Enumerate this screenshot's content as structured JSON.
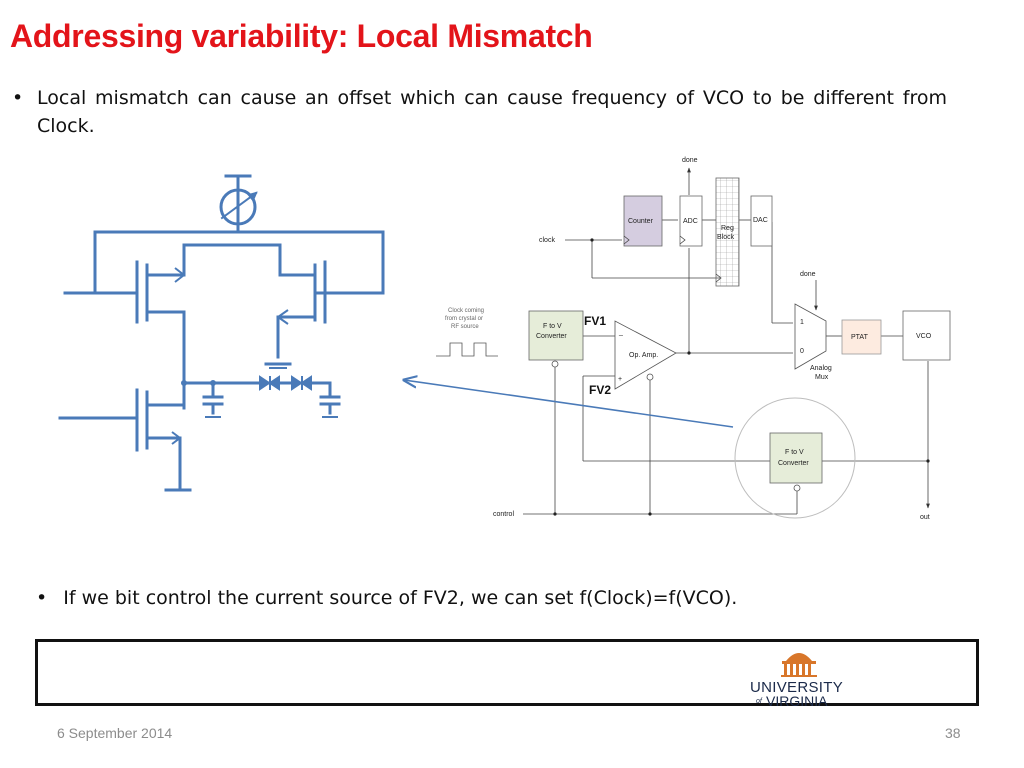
{
  "title": "Addressing variability: Local Mismatch",
  "bullets": {
    "b1_marker": "•",
    "b1": "Local mismatch can cause an offset which can cause frequency of VCO to be different from Clock.",
    "b2_marker": "•",
    "b2": "If we bit control the current source of FV2, we can set f(Clock)=f(VCO)."
  },
  "diagram": {
    "done_top": "done",
    "counter": "Counter",
    "adc": "ADC",
    "reg_block_1": "Reg",
    "reg_block_2": "Block",
    "dac": "DAC",
    "clock": "clock",
    "done_mux": "done",
    "clock_src_1": "Clock coming",
    "clock_src_2": "from crystal or",
    "clock_src_3": "RF source",
    "fv_top_1": "F to V",
    "fv_top_2": "Converter",
    "fv1_label": "FV1",
    "opamp_label": "Op. Amp.",
    "opamp_minus": "_",
    "opamp_plus": "+",
    "mux_one": "1",
    "mux_zero": "0",
    "mux_label_1": "Analog",
    "mux_label_2": "Mux",
    "ptat": "PTAT",
    "vco": "VCO",
    "fv2_label": "FV2",
    "fv_bottom_1": "F to V",
    "fv_bottom_2": "Converter",
    "control": "control",
    "out": "out"
  },
  "logo": {
    "line1": "UNIVERSITY",
    "line2": "VIRGINIA",
    "of": "of"
  },
  "footer": {
    "date": "6 September 2014",
    "page": "38"
  },
  "colors": {
    "title": "#e3141a",
    "circuit": "#4a7ab8",
    "counter_fill": "#d5cde0",
    "converter_fill": "#e6edd9",
    "ptat_fill": "#fdebe0",
    "logo_orange": "#d8762a",
    "logo_navy": "#1b2a4a"
  }
}
